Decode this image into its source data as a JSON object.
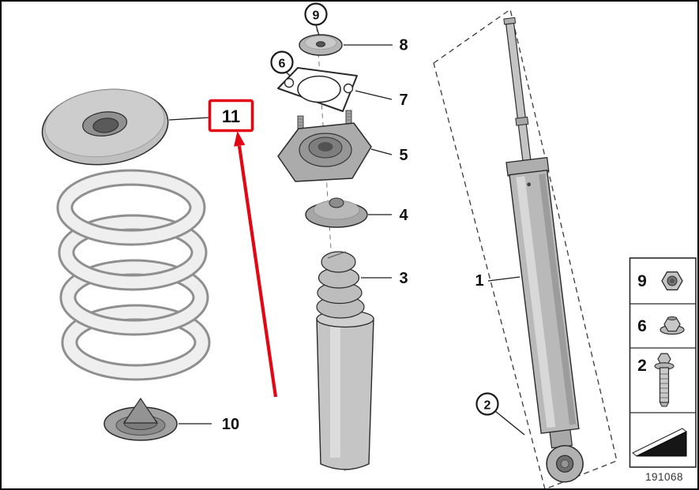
{
  "diagram": {
    "doc_number": "191068",
    "highlight_color": "#e30613",
    "callouts": {
      "c1": "1",
      "c2": "2",
      "c3": "3",
      "c4": "4",
      "c5": "5",
      "c6": "6",
      "c7": "7",
      "c8": "8",
      "c9": "9",
      "c10": "10",
      "c11": "11"
    },
    "legend": {
      "rows": [
        {
          "label": "9",
          "icon": "hex-nut-icon"
        },
        {
          "label": "6",
          "icon": "flange-nut-icon"
        },
        {
          "label": "2",
          "icon": "flange-bolt-icon"
        },
        {
          "label": "",
          "icon": "direction-wedge-icon"
        }
      ]
    }
  }
}
